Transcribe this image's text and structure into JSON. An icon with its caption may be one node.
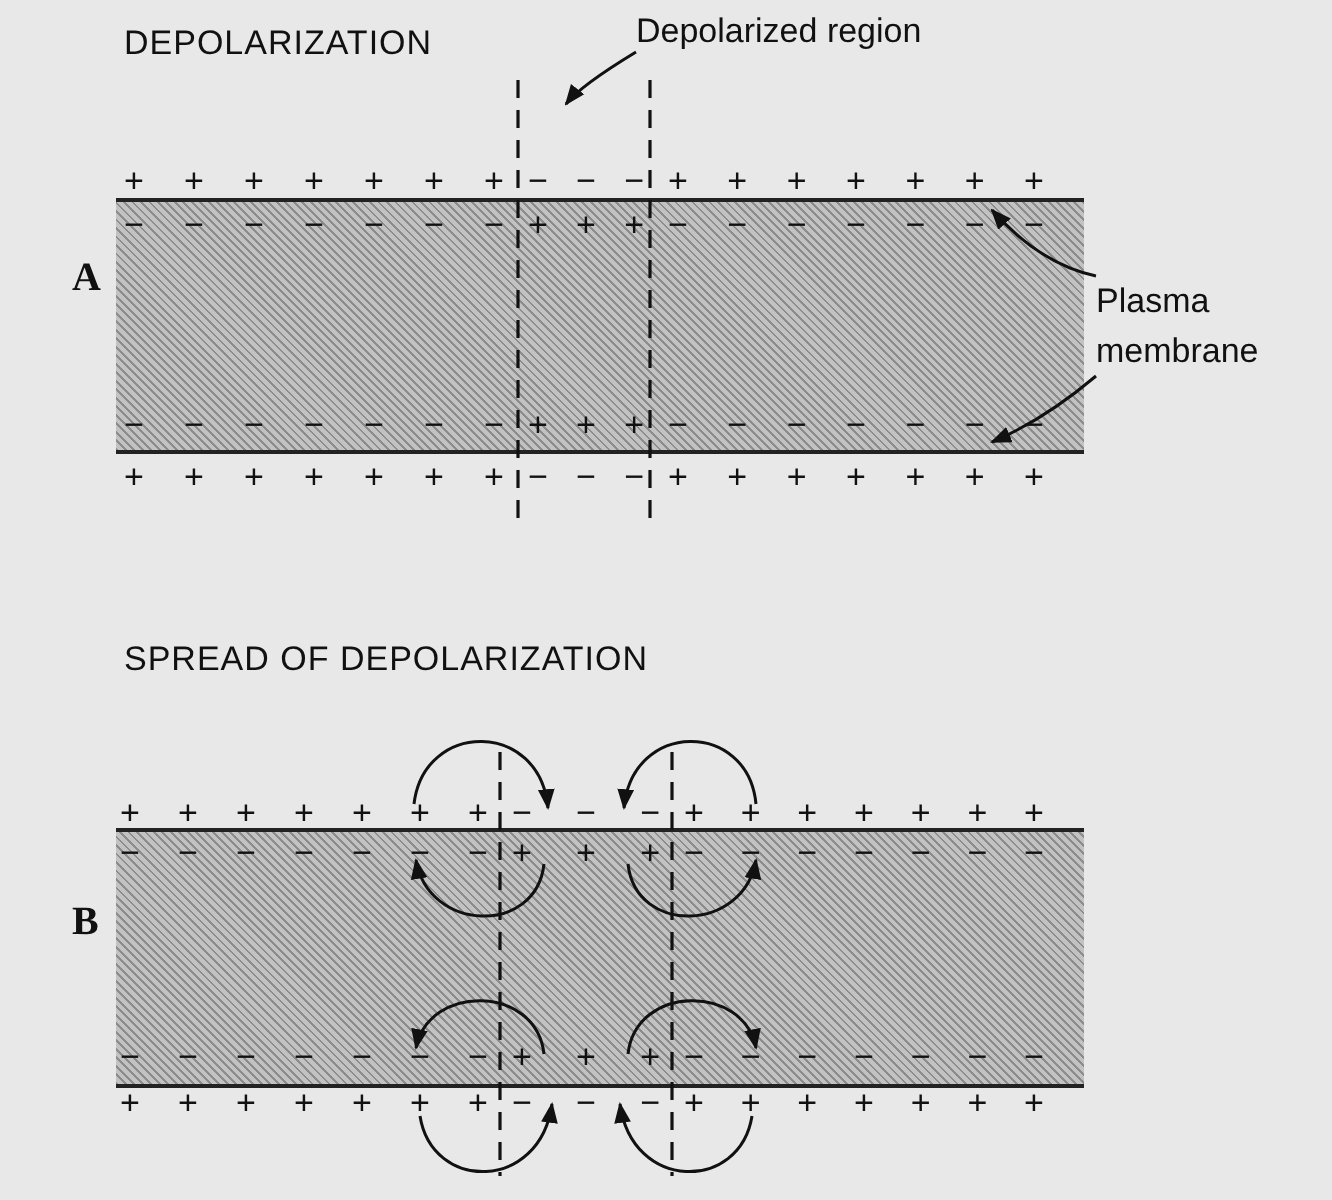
{
  "diagram": {
    "nodes": [
      {
        "text": [
          "Depolarized region"
        ]
      },
      {
        "text": [
          "Plasma membrane"
        ]
      },
      {
        "text": [],
        "shape": "bar"
      }
    ],
    "edges": [
      {
        "from": 0,
        "to": null,
        "arrow": "to"
      },
      {
        "from": 1,
        "to": 2,
        "arrow": "to"
      },
      {
        "from": 1,
        "to": 2,
        "arrow": "to"
      }
    ],
    "labels": [
      "DEPOLARIZATION",
      "A",
      "+ + + + + + +",
      "− − −",
      "+ + + + + + +",
      "− − − − − − −",
      "+ + +",
      "− − − − − − −",
      "− − − − − − −",
      "+ + +",
      "− − − − − − −",
      "+ + + + + + +",
      "− − −",
      "+ + + + + + +",
      "SPREAD OF DEPOLARIZATION",
      "B",
      "+ + + + + + +",
      "− − −",
      "+ + + + + + +",
      "− − − − − − −",
      "+ + +",
      "− − − − − − −",
      "− − − − − − −",
      "+ + +",
      "− − − − − − −",
      "+ + + + + + +",
      "− − −",
      "+ + + + + + +"
    ]
  }
}
